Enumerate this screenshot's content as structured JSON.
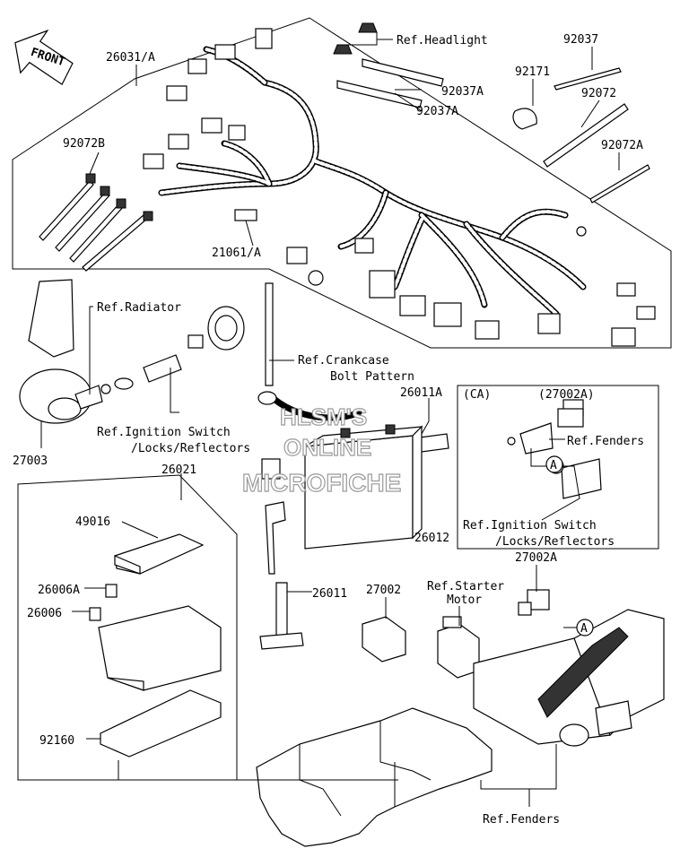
{
  "front_arrow": "FRONT",
  "watermark": [
    "HLSM'S",
    "ONLINE",
    "MICROFICHE"
  ],
  "callouts": {
    "p26031A": "26031/A",
    "ref_headlight": "Ref.Headlight",
    "p92037": "92037",
    "p92037A_1": "92037A",
    "p92037A_2": "92037A",
    "p92171": "92171",
    "p92072": "92072",
    "p92072A": "92072A",
    "p92072B": "92072B",
    "p21061A": "21061/A",
    "ref_radiator": "Ref.Radiator",
    "ref_crankcase_1": "Ref.Crankcase",
    "ref_crankcase_2": "Bolt Pattern",
    "p26011A": "26011A",
    "ref_ignition_1": "Ref.Ignition Switch",
    "ref_ignition_2": "/Locks/Reflectors",
    "p27003": "27003",
    "p26021": "26021",
    "ca_tag": "(CA)",
    "p27002A_ca": "(27002A)",
    "ca_ref_fenders": "Ref.Fenders",
    "ca_marker": "A",
    "ca_ref_ignition_1": "Ref.Ignition Switch",
    "ca_ref_ignition_2": "/Locks/Reflectors",
    "p49016": "49016",
    "p26012": "26012",
    "p27002A": "27002A",
    "p26006A": "26006A",
    "p26006": "26006",
    "p26011": "26011",
    "p27002": "27002",
    "ref_starter_1": "Ref.Starter",
    "ref_starter_2": "Motor",
    "marker_a": "A",
    "p92160": "92160",
    "ref_fenders": "Ref.Fenders"
  }
}
